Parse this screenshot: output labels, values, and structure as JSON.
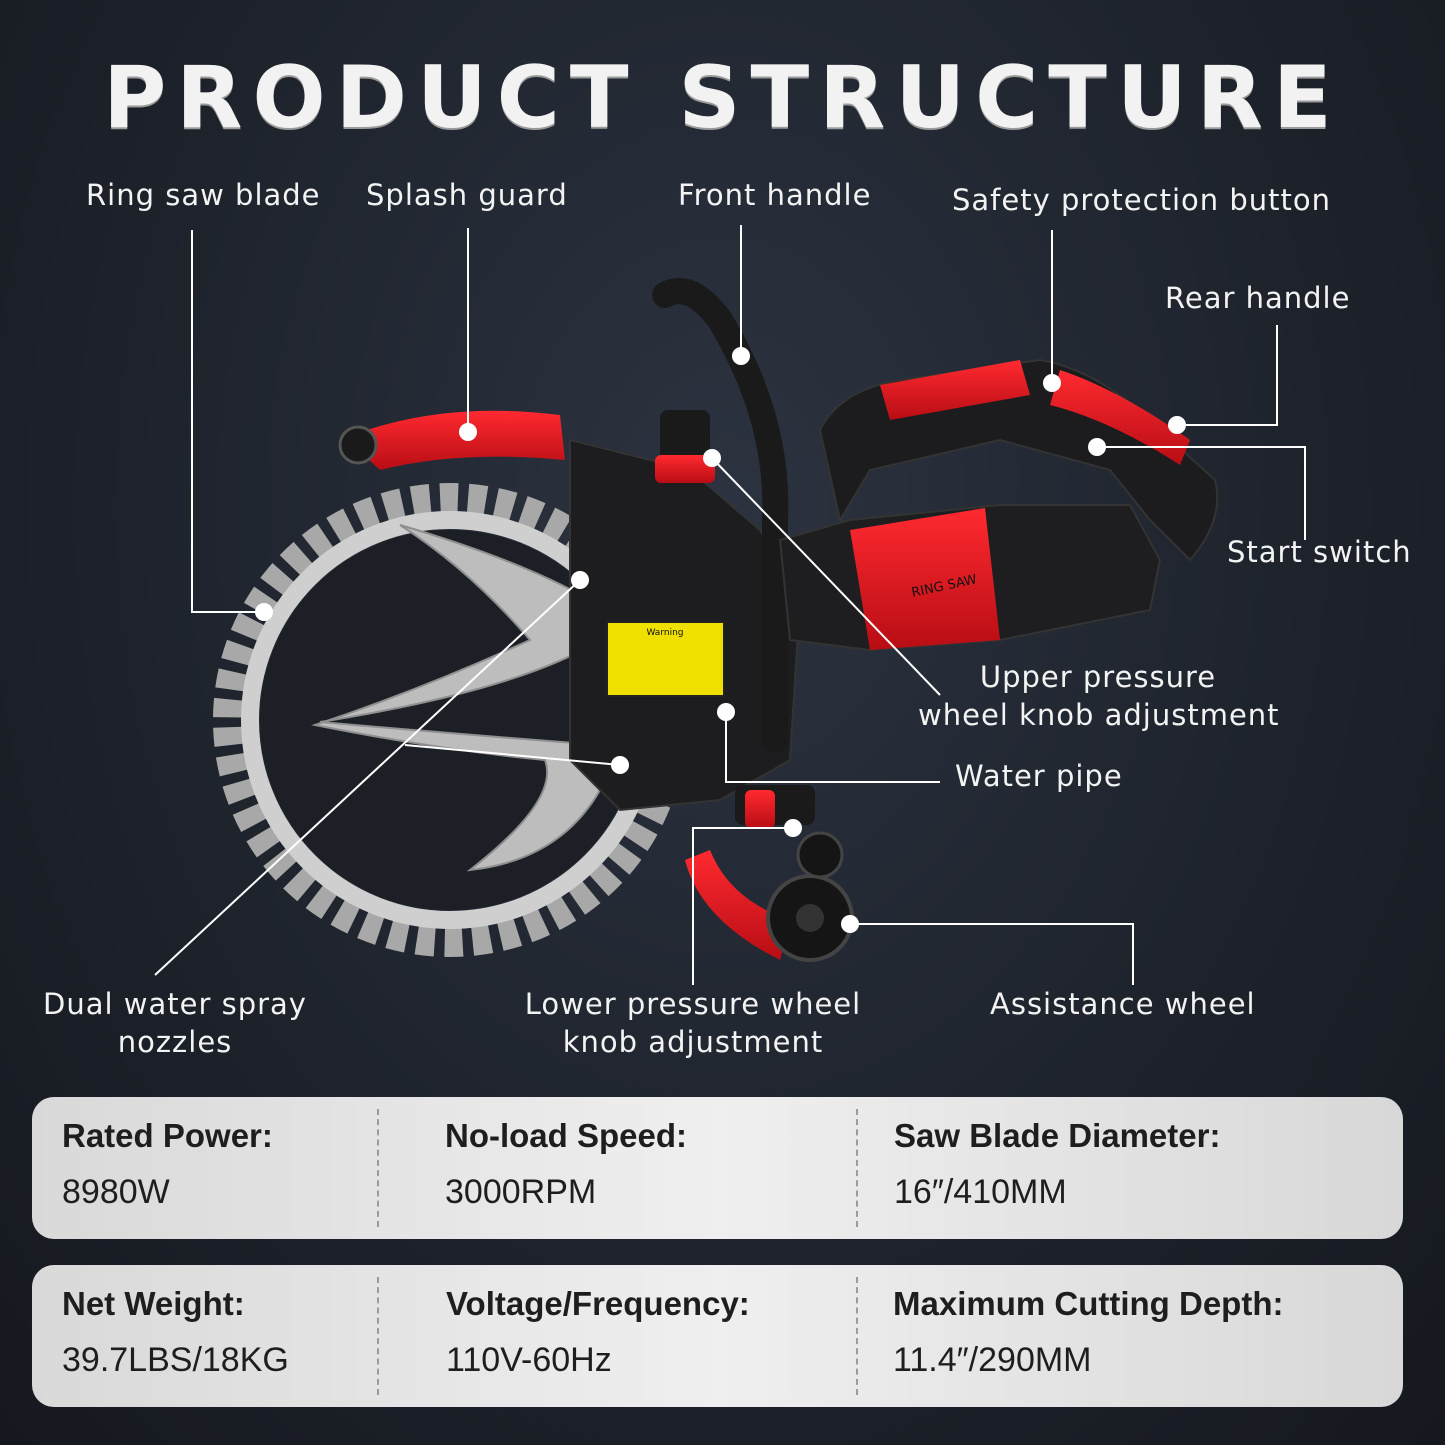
{
  "title": "PRODUCT STRUCTURE",
  "labels": {
    "ring_saw_blade": "Ring saw blade",
    "splash_guard": "Splash guard",
    "front_handle": "Front handle",
    "safety_button": "Safety protection button",
    "rear_handle": "Rear handle",
    "start_switch": "Start switch",
    "upper_knob_line1": "Upper pressure",
    "upper_knob_line2": "wheel knob adjustment",
    "water_pipe": "Water pipe",
    "nozzles_line1": "Dual water spray",
    "nozzles_line2": "nozzles",
    "lower_knob_line1": "Lower pressure wheel",
    "lower_knob_line2": "knob adjustment",
    "assistance_wheel": "Assistance wheel"
  },
  "product": {
    "body_text": "RING SAW",
    "warning_text": "Warning"
  },
  "specs": {
    "row1": [
      {
        "label": "Rated Power:",
        "value": "8980W"
      },
      {
        "label": "No-load Speed:",
        "value": "3000RPM"
      },
      {
        "label": "Saw Blade Diameter:",
        "value": "16″/410MM"
      }
    ],
    "row2": [
      {
        "label": "Net Weight:",
        "value": "39.7LBS/18KG"
      },
      {
        "label": "Voltage/Frequency:",
        "value": "110V-60Hz"
      },
      {
        "label": "Maximum Cutting Depth:",
        "value": "11.4″/290MM"
      }
    ]
  },
  "colors": {
    "accent_red": "#e0141c",
    "body_black": "#1a1a1a",
    "blade_silver": "#b9b9b9"
  }
}
